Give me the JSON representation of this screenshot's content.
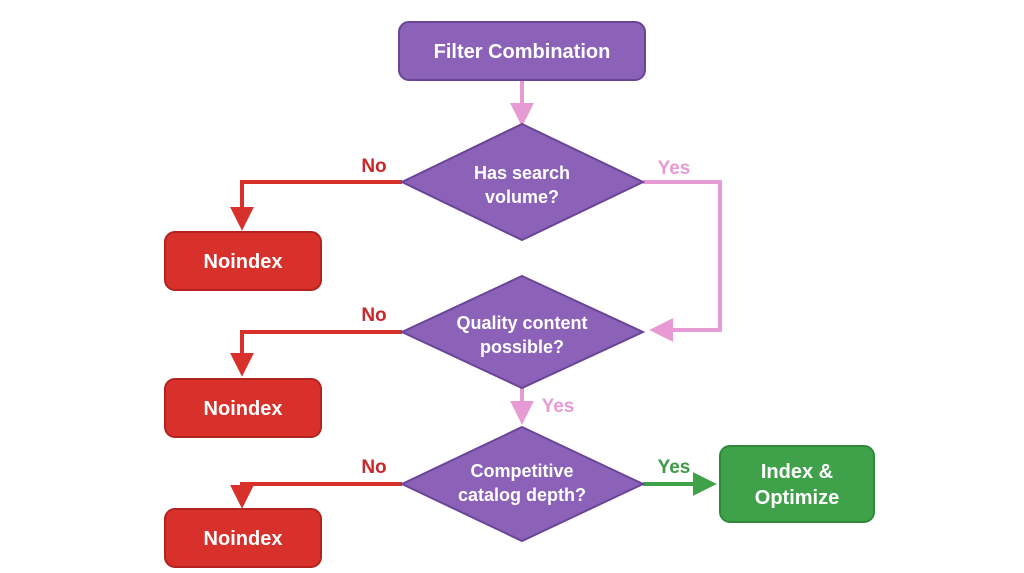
{
  "colors": {
    "purple": "#8B62B8",
    "purple_border": "#6A4496",
    "red": "#D8312C",
    "red_border": "#B22320",
    "green": "#3FA14A",
    "green_border": "#2E8A3A",
    "pink": "#E79AD3",
    "red_label": "#C8282A",
    "green_label": "#3E9A47"
  },
  "nodes": {
    "start": {
      "label": "Filter Combination"
    },
    "decision_search": {
      "line1": "Has search",
      "line2": "volume?"
    },
    "decision_quality": {
      "line1": "Quality content",
      "line2": "possible?"
    },
    "decision_catalog": {
      "line1": "Competitive",
      "line2": "catalog depth?"
    },
    "noindex_1": {
      "label": "Noindex"
    },
    "noindex_2": {
      "label": "Noindex"
    },
    "noindex_3": {
      "label": "Noindex"
    },
    "index": {
      "line1": "Index &",
      "line2": "Optimize"
    }
  },
  "edges": {
    "search_no": "No",
    "search_yes": "Yes",
    "quality_no": "No",
    "quality_yes": "Yes",
    "catalog_no": "No",
    "catalog_yes": "Yes"
  }
}
